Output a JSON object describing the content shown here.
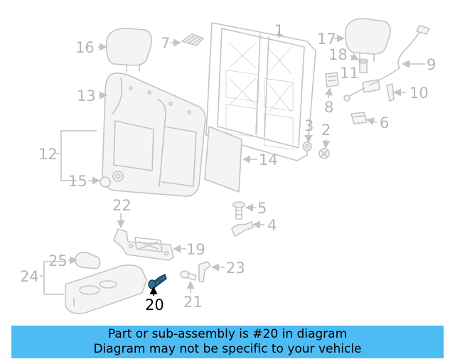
{
  "callouts": {
    "c1": "1",
    "c2": "2",
    "c3": "3",
    "c4": "4",
    "c5": "5",
    "c6": "6",
    "c7": "7",
    "c8": "8",
    "c9": "9",
    "c10": "10",
    "c11": "11",
    "c12": "12",
    "c13": "13",
    "c14": "14",
    "c15": "15",
    "c16": "16",
    "c17": "17",
    "c18": "18",
    "c19": "19",
    "c20": "20",
    "c21": "21",
    "c22": "22",
    "c23": "23",
    "c24": "24",
    "c25": "25"
  },
  "highlighted_part": "20",
  "banner": {
    "line1": "Part or sub-assembly is #20 in diagram",
    "line2": "Diagram may not be specific to your vehicle"
  },
  "colors": {
    "banner_bg": "#4dbcf5",
    "highlight": "#2f6f96",
    "line_art": "#c4c4c4"
  }
}
